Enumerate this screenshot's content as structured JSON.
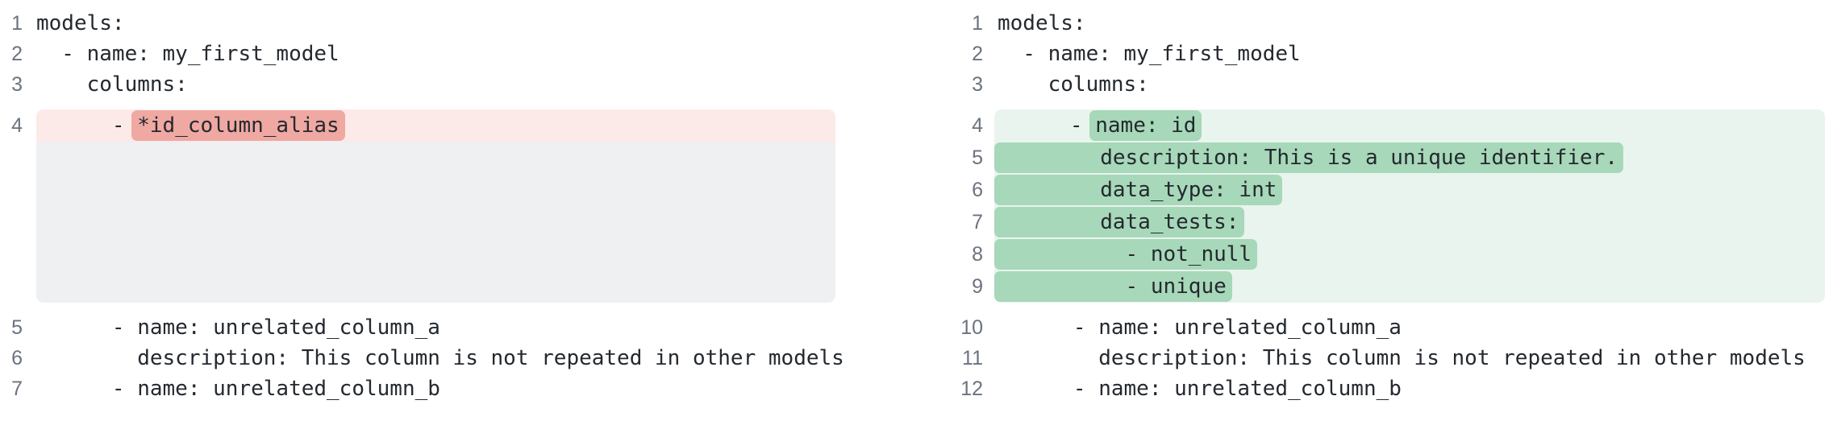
{
  "colors": {
    "page_bg": "#ffffff",
    "code_text": "#24292f",
    "line_number": "#6b7280",
    "removed_row_bg": "#fceae8",
    "removed_word_bg": "#f0a8a2",
    "added_row_bg": "#e9f4ee",
    "added_word_bg": "#a7d8b9",
    "filler_bg": "#eef0f1"
  },
  "diff": {
    "left": {
      "sections": [
        {
          "kind": "context",
          "lines": [
            {
              "num": "1",
              "parts": [
                {
                  "t": "models:"
                }
              ]
            },
            {
              "num": "2",
              "parts": [
                {
                  "t": "  - name: my_first_model"
                }
              ]
            },
            {
              "num": "3",
              "parts": [
                {
                  "t": "    columns:"
                }
              ]
            }
          ]
        },
        {
          "kind": "block",
          "change": "removed",
          "lines": [
            {
              "num": "4",
              "parts": [
                {
                  "t": "      - "
                },
                {
                  "t": "*id_column_alias",
                  "hl": true
                }
              ]
            }
          ],
          "filler_rows": 5
        },
        {
          "kind": "context",
          "lines": [
            {
              "num": "5",
              "parts": [
                {
                  "t": "      - name: unrelated_column_a"
                }
              ]
            },
            {
              "num": "6",
              "parts": [
                {
                  "t": "        description: This column is not repeated in other models"
                }
              ]
            },
            {
              "num": "7",
              "parts": [
                {
                  "t": "      - name: unrelated_column_b"
                }
              ]
            }
          ]
        }
      ]
    },
    "right": {
      "sections": [
        {
          "kind": "context",
          "lines": [
            {
              "num": "1",
              "parts": [
                {
                  "t": "models:"
                }
              ]
            },
            {
              "num": "2",
              "parts": [
                {
                  "t": "  - name: my_first_model"
                }
              ]
            },
            {
              "num": "3",
              "parts": [
                {
                  "t": "    columns:"
                }
              ]
            }
          ]
        },
        {
          "kind": "block",
          "change": "added",
          "lines": [
            {
              "num": "4",
              "parts": [
                {
                  "t": "      - "
                },
                {
                  "t": "name: id",
                  "hl": true
                }
              ]
            },
            {
              "num": "5",
              "parts": [
                {
                  "t": "        description: This is a unique identifier.",
                  "hl": true
                }
              ]
            },
            {
              "num": "6",
              "parts": [
                {
                  "t": "        data_type: int",
                  "hl": true
                }
              ]
            },
            {
              "num": "7",
              "parts": [
                {
                  "t": "        data_tests:",
                  "hl": true
                }
              ]
            },
            {
              "num": "8",
              "parts": [
                {
                  "t": "          - not_null",
                  "hl": true
                }
              ]
            },
            {
              "num": "9",
              "parts": [
                {
                  "t": "          - unique",
                  "hl": true
                }
              ]
            }
          ],
          "filler_rows": 0
        },
        {
          "kind": "context",
          "lines": [
            {
              "num": "10",
              "parts": [
                {
                  "t": "      - name: unrelated_column_a"
                }
              ]
            },
            {
              "num": "11",
              "parts": [
                {
                  "t": "        description: This column is not repeated in other models"
                }
              ]
            },
            {
              "num": "12",
              "parts": [
                {
                  "t": "      - name: unrelated_column_b"
                }
              ]
            }
          ]
        }
      ]
    }
  }
}
